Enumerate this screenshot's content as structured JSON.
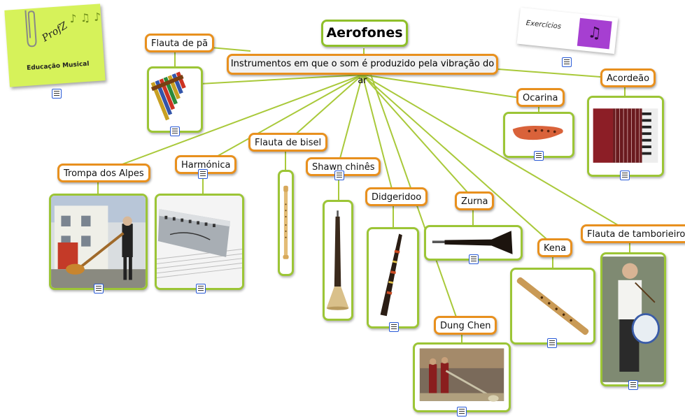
{
  "title": "Aerofones",
  "description": "Instrumentos em que o som é produzido pela vibração do ar",
  "sticky": {
    "brand": "ProfZ",
    "subtitle": "Educação Musical",
    "notes": "♪ ♫ ♪"
  },
  "exercise": {
    "label": "Exercícios",
    "icon": "♫"
  },
  "nodes": {
    "flauta_pa": "Flauta de pã",
    "trompa": "Trompa dos Alpes",
    "harmonica": "Harmónica",
    "flauta_bisel": "Flauta de bisel",
    "shawn": "Shawn chinês",
    "didgeridoo": "Didgeridoo",
    "zurna": "Zurna",
    "dung_chen": "Dung Chen",
    "ocarina": "Ocarina",
    "kena": "Kena",
    "acordeao": "Acordeão",
    "flauta_tamborieiro": "Flauta de tamborieiro"
  },
  "colors": {
    "label_border": "#e8901e",
    "image_border": "#9cc536",
    "connector": "#a9c93a"
  }
}
